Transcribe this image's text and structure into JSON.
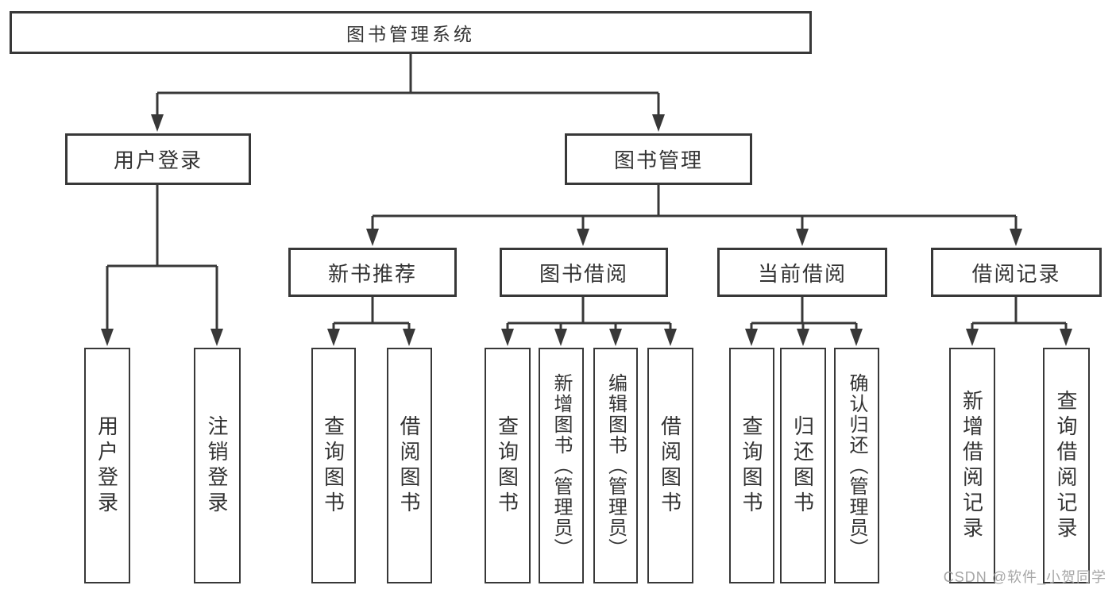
{
  "diagram": {
    "root": {
      "label": "图书管理系统"
    },
    "branches": [
      {
        "label": "用户登录",
        "leaves": [
          {
            "label": "用户登录"
          },
          {
            "label": "注销登录"
          }
        ]
      },
      {
        "label": "图书管理",
        "children": [
          {
            "label": "新书推荐",
            "leaves": [
              {
                "label": "查询图书"
              },
              {
                "label": "借阅图书"
              }
            ]
          },
          {
            "label": "图书借阅",
            "leaves": [
              {
                "label": "查询图书"
              },
              {
                "label": "新增图书（管理员）"
              },
              {
                "label": "编辑图书（管理员）"
              },
              {
                "label": "借阅图书"
              }
            ]
          },
          {
            "label": "当前借阅",
            "leaves": [
              {
                "label": "查询图书"
              },
              {
                "label": "归还图书"
              },
              {
                "label": "确认归还（管理员）"
              }
            ]
          },
          {
            "label": "借阅记录",
            "leaves": [
              {
                "label": "新增借阅记录"
              },
              {
                "label": "查询借阅记录"
              }
            ]
          }
        ]
      }
    ]
  },
  "watermark": {
    "text": "CSDN @软件_小贺同学"
  },
  "colors": {
    "line": "#383838",
    "box_border": "#383838",
    "text": "#333333",
    "watermark": "#a6a6a6",
    "background": "#ffffff"
  }
}
